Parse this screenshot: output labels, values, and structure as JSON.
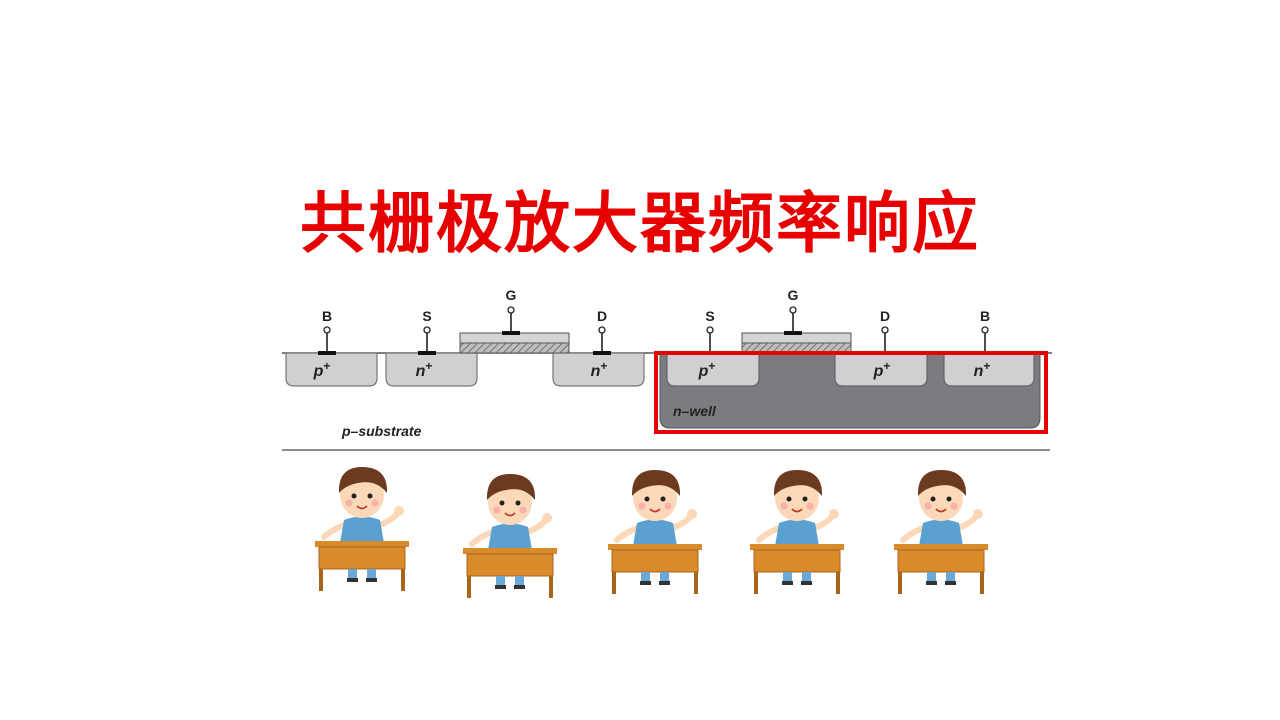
{
  "title": "共栅极放大器频率响应",
  "colors": {
    "title": "#e60000",
    "highlight": "#e60000",
    "well": "#7b7c7f",
    "region": "#cfd0d2",
    "shirt": "#5aa0d0",
    "desk": "#d98a2b",
    "hair": "#6b3a1f",
    "skin": "#fbd8b8"
  },
  "nmos": {
    "bulk": "B",
    "source": "S",
    "gate": "G",
    "drain": "D",
    "bulk_region": "p",
    "source_region": "n",
    "drain_region": "n",
    "doping": "+"
  },
  "pmos": {
    "source": "S",
    "gate": "G",
    "drain": "D",
    "bulk": "B",
    "source_region": "p",
    "drain_region": "p",
    "bulk_region": "n",
    "doping": "+",
    "well_label": "n–well"
  },
  "substrate_label": "p–substrate",
  "students": [
    {
      "name": "student-1"
    },
    {
      "name": "student-2"
    },
    {
      "name": "student-3"
    },
    {
      "name": "student-4"
    },
    {
      "name": "student-5"
    }
  ]
}
